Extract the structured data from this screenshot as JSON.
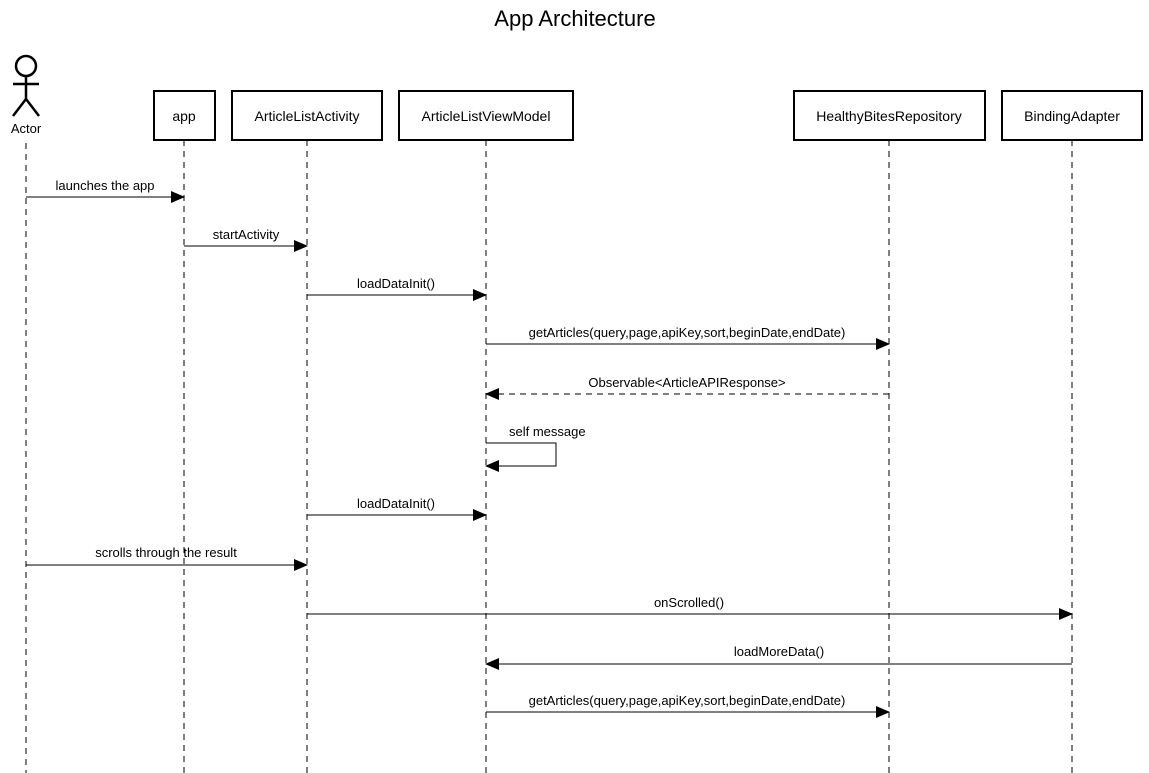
{
  "title": "App Architecture",
  "actor": {
    "label": "Actor"
  },
  "participants": [
    {
      "id": "app",
      "label": "app"
    },
    {
      "id": "activity",
      "label": "ArticleListActivity"
    },
    {
      "id": "viewmodel",
      "label": "ArticleListViewModel"
    },
    {
      "id": "repository",
      "label": "HealthyBitesRepository"
    },
    {
      "id": "adapter",
      "label": "BindingAdapter"
    }
  ],
  "messages": [
    {
      "from": "actor",
      "to": "app",
      "label": "launches the app",
      "style": "solid"
    },
    {
      "from": "app",
      "to": "activity",
      "label": "startActivity",
      "style": "solid"
    },
    {
      "from": "activity",
      "to": "viewmodel",
      "label": "loadDataInit()",
      "style": "solid"
    },
    {
      "from": "viewmodel",
      "to": "repository",
      "label": "getArticles(query,page,apiKey,sort,beginDate,endDate)",
      "style": "solid"
    },
    {
      "from": "repository",
      "to": "viewmodel",
      "label": "Observable<ArticleAPIResponse>",
      "style": "dashed"
    },
    {
      "from": "viewmodel",
      "to": "viewmodel",
      "label": "self message",
      "style": "self"
    },
    {
      "from": "activity",
      "to": "viewmodel",
      "label": "loadDataInit()",
      "style": "solid"
    },
    {
      "from": "actor",
      "to": "activity",
      "label": "scrolls through the result",
      "style": "solid"
    },
    {
      "from": "activity",
      "to": "adapter",
      "label": "onScrolled()",
      "style": "solid"
    },
    {
      "from": "adapter",
      "to": "viewmodel",
      "label": "loadMoreData()",
      "style": "solid"
    },
    {
      "from": "viewmodel",
      "to": "repository",
      "label": "getArticles(query,page,apiKey,sort,beginDate,endDate)",
      "style": "solid"
    }
  ]
}
